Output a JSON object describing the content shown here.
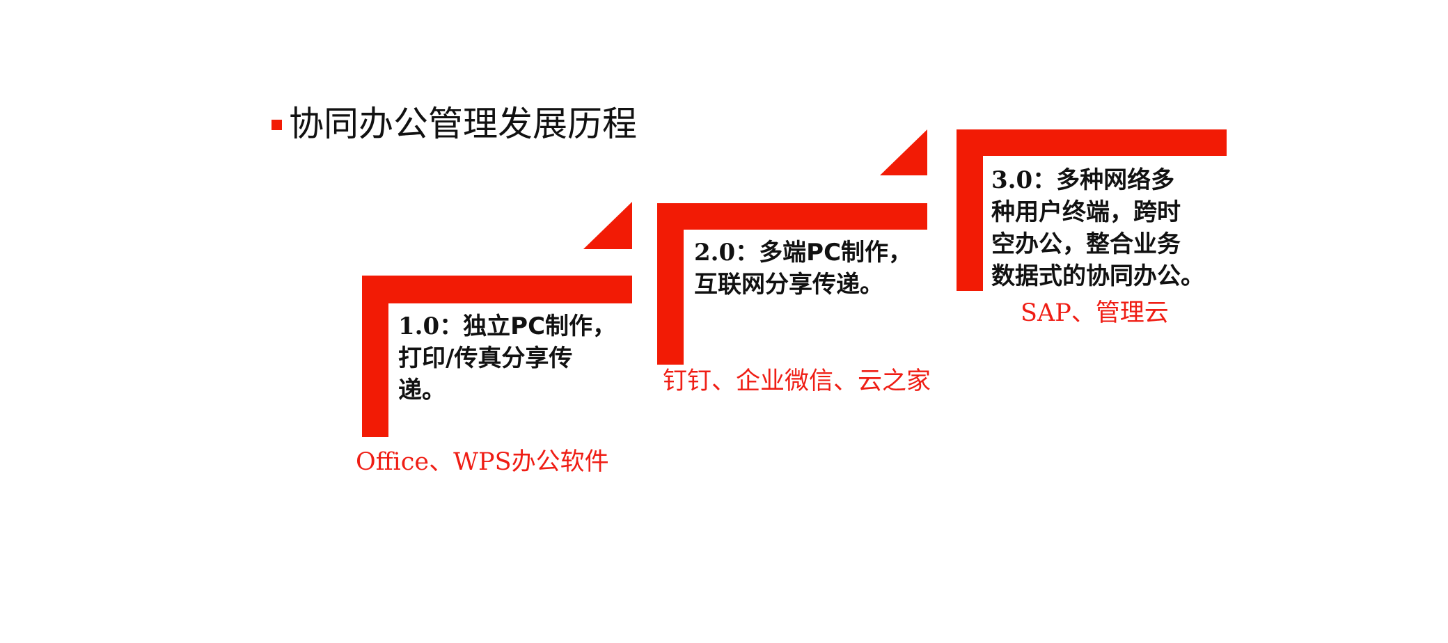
{
  "title": {
    "text": "协同办公管理发展历程"
  },
  "steps": [
    {
      "version": "1.0：",
      "lines": [
        "独立PC制作，",
        "打印/传真分享传",
        "递。"
      ],
      "products": "Office、WPS办公软件"
    },
    {
      "version": "2.0：",
      "lines": [
        "多端PC制作，",
        "互联网分享传递。"
      ],
      "products": "钉钉、企业微信、云之家"
    },
    {
      "version": "3.0：",
      "lines": [
        "多种网络多",
        "种用户终端，跨时",
        "空办公，整合业务",
        "数据式的协同办公。"
      ],
      "products": "SAP、管理云"
    }
  ],
  "colors": {
    "accent": "#f21b05",
    "product_label": "#ef1d14",
    "text": "#111111",
    "background": "#ffffff"
  }
}
